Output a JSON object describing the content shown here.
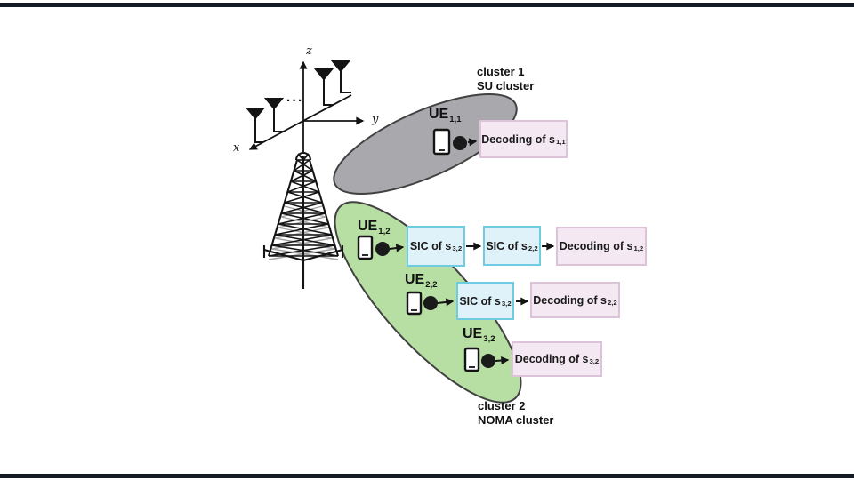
{
  "colors": {
    "frame_bar": "#161c25",
    "su_cluster_fill": "#a9a9ad",
    "su_cluster_stroke": "#414141",
    "noma_cluster_fill": "#b7dfa4",
    "noma_cluster_stroke": "#414141",
    "sic_box_fill": "#dff2f9",
    "sic_box_border": "#6fcbe0",
    "decode_box_fill": "#f4e9f2",
    "decode_box_border": "#ddc3d9"
  },
  "axes": {
    "x_label": "x",
    "y_label": "y",
    "z_label": "z",
    "ellipsis": "···"
  },
  "cluster1": {
    "title_line1": "cluster 1",
    "title_line2": "SU cluster",
    "ue": {
      "name": "UE",
      "sub": "1,1"
    },
    "decode_box": {
      "label": "Decoding of s",
      "sub": "1,1"
    }
  },
  "cluster2": {
    "title_line1": "cluster 2",
    "title_line2": "NOMA cluster",
    "rows": [
      {
        "ue": {
          "name": "UE",
          "sub": "1,2"
        },
        "sic1": {
          "label": "SIC of s",
          "sub": "3,2"
        },
        "sic2": {
          "label": "SIC of s",
          "sub": "2,2"
        },
        "decode": {
          "label": "Decoding of s",
          "sub": "1,2"
        }
      },
      {
        "ue": {
          "name": "UE",
          "sub": "2,2"
        },
        "sic1": {
          "label": "SIC of s",
          "sub": "3,2"
        },
        "decode": {
          "label": "Decoding of s",
          "sub": "2,2"
        }
      },
      {
        "ue": {
          "name": "UE",
          "sub": "3,2"
        },
        "decode": {
          "label": "Decoding of s",
          "sub": "3,2"
        }
      }
    ]
  }
}
